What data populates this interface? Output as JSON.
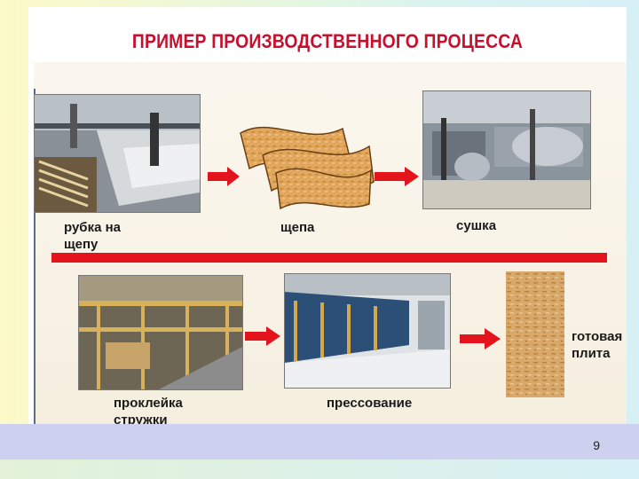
{
  "slide": {
    "title": "ПРИМЕР ПРОИЗВОДСТВЕННОГО ПРОЦЕССА",
    "page_number": "9"
  },
  "process": {
    "top_row": [
      {
        "label_lines": [
          "рубка на",
          "щепу"
        ]
      },
      {
        "label_lines": [
          "щепа"
        ]
      },
      {
        "label_lines": [
          "сушка"
        ]
      }
    ],
    "bottom_row": [
      {
        "label_lines": [
          "проклейка",
          "стружки"
        ]
      },
      {
        "label_lines": [
          "прессование"
        ]
      },
      {
        "label_lines": [
          "готовая",
          "плита"
        ]
      }
    ]
  },
  "colors": {
    "title": "#c8102e",
    "arrow": "#e3141b",
    "divider": "#e3141b",
    "footer": "#cdd0ee"
  }
}
